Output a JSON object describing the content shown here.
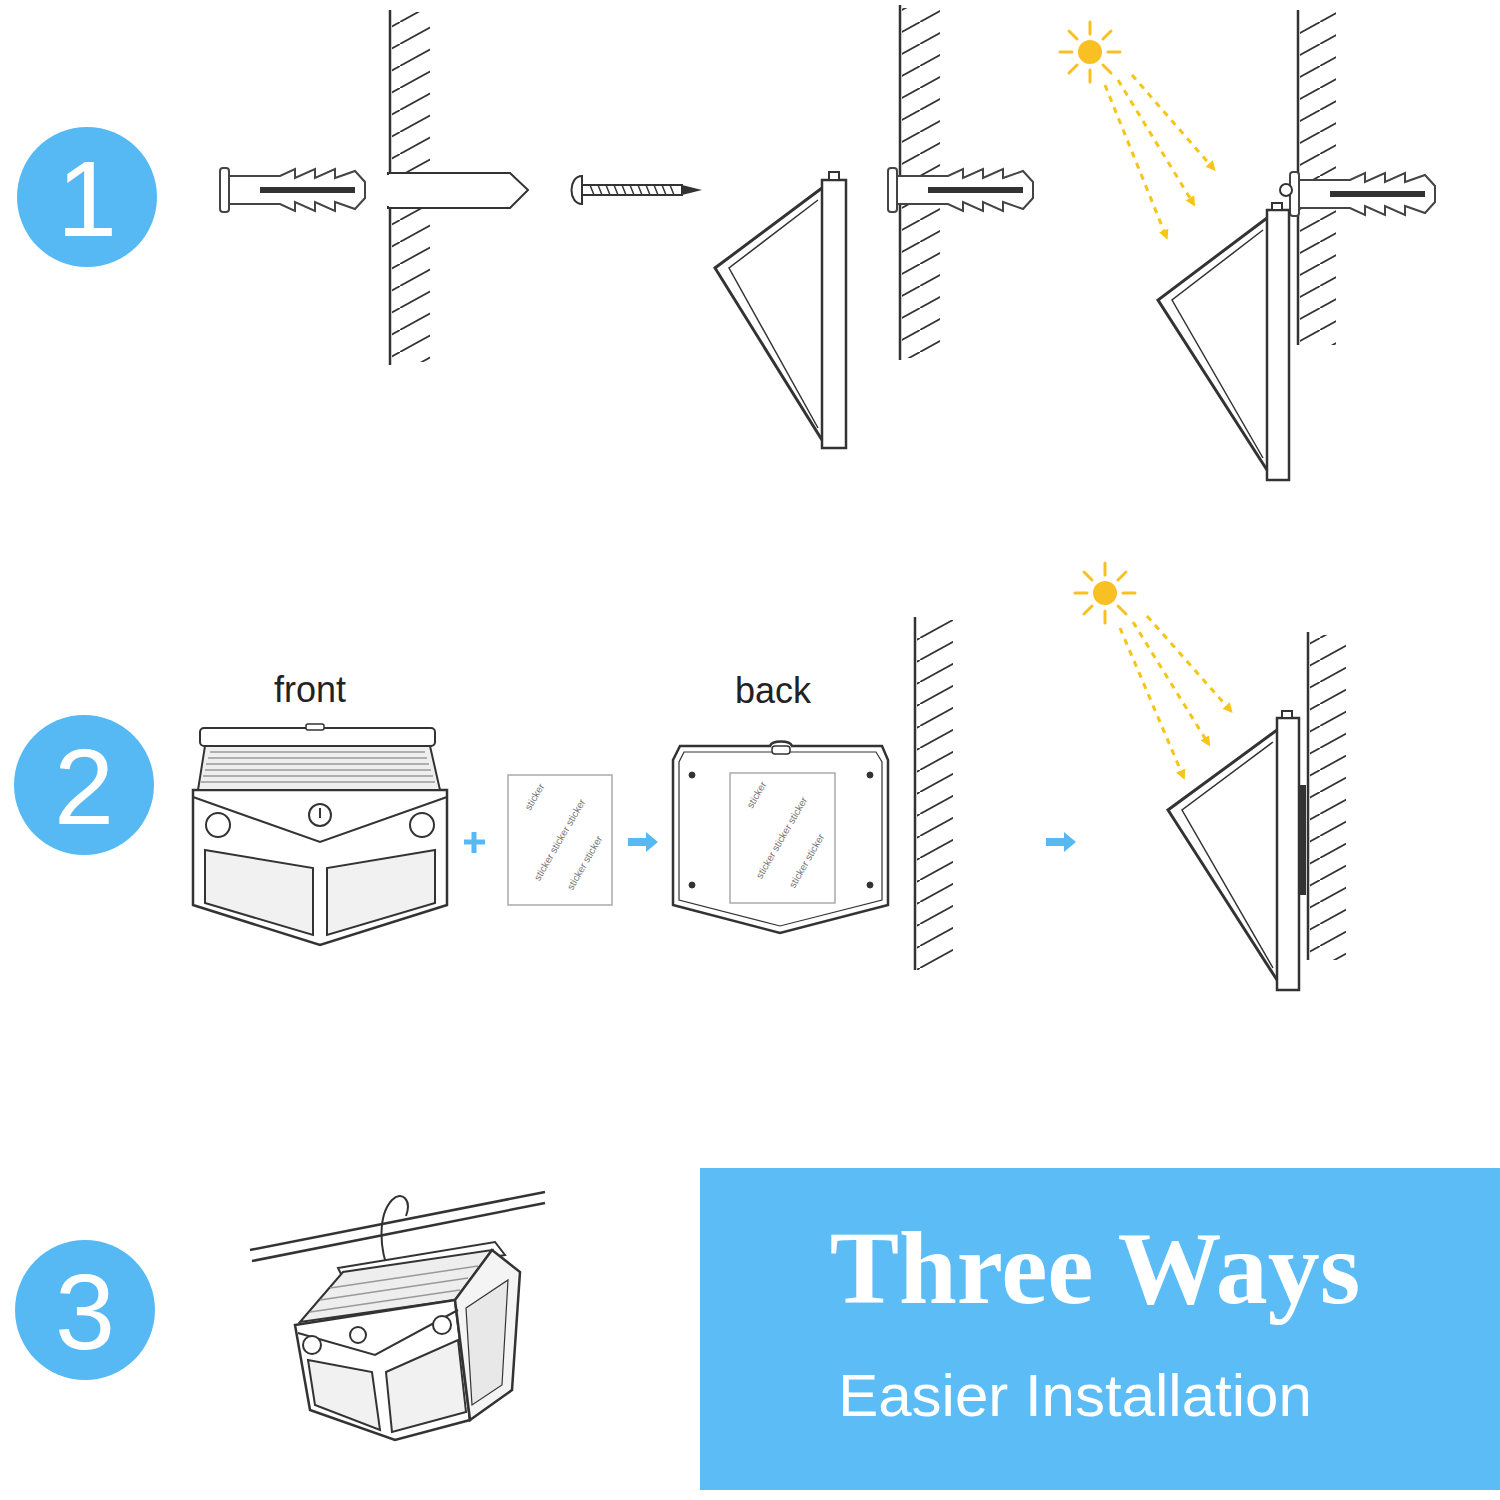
{
  "diagram": {
    "nodes": [
      {
        "text": [
          "1"
        ]
      },
      {
        "text": [
          "2"
        ]
      },
      {
        "text": [
          "3"
        ]
      },
      {
        "text": [
          "Three Ways",
          "Easier Installation"
        ]
      }
    ],
    "labels": [
      "front",
      "back",
      "sticker",
      "sticker sticker sticker",
      "sticker sticker",
      "sticker",
      "sticker sticker sticker",
      "sticker sticker"
    ]
  }
}
